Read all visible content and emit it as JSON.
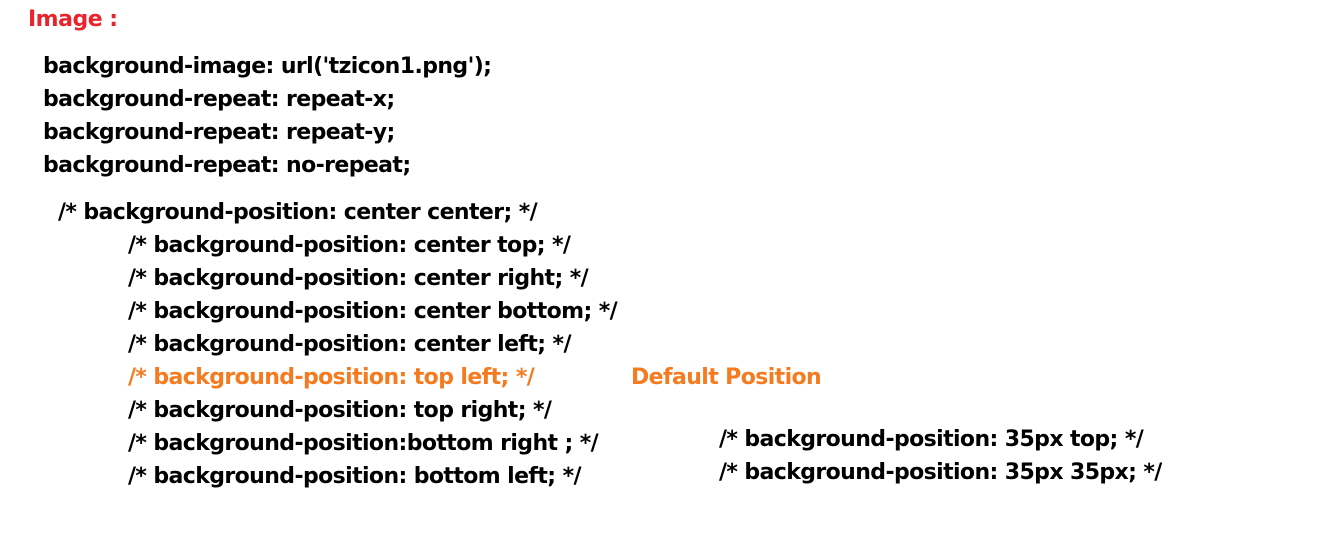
{
  "heading": "Image :",
  "properties": [
    "background-image: url('tzicon1.png');",
    "background-repeat: repeat-x;",
    "background-repeat: repeat-y;",
    "background-repeat: no-repeat;"
  ],
  "position_header": "/* background-position: center center; */",
  "positions": [
    "/* background-position: center top; */",
    "/* background-position: center right; */",
    "/* background-position: center bottom; */",
    "/* background-position: center left; */",
    "/* background-position: top left; */",
    "/* background-position: top right; */",
    "/* background-position:bottom right ; */",
    "/* background-position: bottom left; */"
  ],
  "default_label": "Default Position",
  "extra_positions": [
    "/* background-position: 35px top; */",
    "/* background-position: 35px 35px; */"
  ],
  "colors": {
    "heading": "#e8252c",
    "highlight": "#f47b20",
    "text": "#000000"
  }
}
